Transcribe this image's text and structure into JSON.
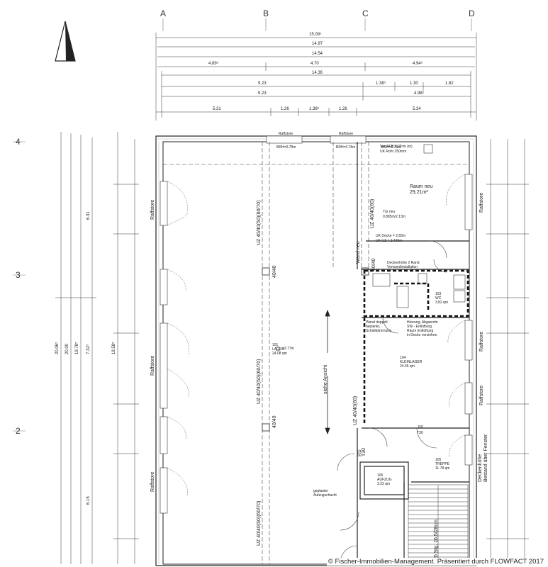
{
  "axes": {
    "columns": [
      "A",
      "B",
      "C",
      "D"
    ],
    "rows": [
      "4",
      "3",
      "2"
    ]
  },
  "top_dims": {
    "row1": "15.09⁵",
    "row2": "14.97",
    "row3": "14.54",
    "row4": [
      "4.89⁵",
      "4.70",
      "4.94⁵"
    ],
    "row5": "14.36",
    "row6": [
      "9.23",
      "1.38⁵",
      "1.30",
      "1.82"
    ],
    "row7": [
      "9.23",
      "4.98⁵"
    ],
    "row8": [
      "5.31",
      "1.26",
      "1.38⁵",
      "1.26",
      "5.34"
    ]
  },
  "left_dims": {
    "overall": [
      "20.06⁵",
      "20.00",
      "19.78⁵",
      "7.32⁵"
    ],
    "parts": [
      "6.31",
      "6.15"
    ],
    "inner": "19.58⁵"
  },
  "labels": {
    "raffstore": "Raffstore",
    "brh": "BRH=0.78m",
    "uz_top": "UZ 40/40(50)(60/70)",
    "uz_mid": "UZ 40/40(50)(60/70)",
    "uz_bottom": "UZ 40/40(50)(60/70)",
    "uz_right": "UZ 40/40(60)",
    "column_4040": "40/40",
    "ff_label": "Von FFB 2.29⁵m (m)",
    "uk_rohr": "UK Rohr 250mm",
    "tur_neu": "Tür neu",
    "tur_size": "0.885m/2.13m",
    "uk_decke": "UK Decke = 2.83m",
    "uk_uz": "UK UZ = 2.435m",
    "wand_neu": "Wand neu",
    "deckenhohe": "Deckenhohe 2 Rand",
    "vorwand": "Vorwandinstallation",
    "heizung": "Heizung, Abgasrohr",
    "sw_entl": "SW - Entlüftung",
    "raum_entl": "Raum Entlüftung",
    "in_decke": "in Decke verziehen",
    "wand_doppelt": "Wand doppelt",
    "beplankt": "beplankt,",
    "schall": "Schalldämmung",
    "siehe_ansicht": "siehe Ansicht",
    "geplanter": "geplanter",
    "aufzug": "Aufzugschacht",
    "treppe": "20 Stg. 16,5/28cm",
    "deckenhohe_right": "Deckenhöhe",
    "bestand": "Bestand über Fenster",
    "rs": "RS",
    "t30": "T30",
    "h377": "+3.77m"
  },
  "rooms": {
    "raum_neu": {
      "name": "Raum neu",
      "area": "29,21m²"
    },
    "lager": {
      "id": "101",
      "name": "LAGER",
      "area": "24.08 qm"
    },
    "wc": {
      "id": "103",
      "name": "WC",
      "area": "3.82 qm"
    },
    "kleinlager": {
      "id": "104",
      "name": "KLEINLAGER",
      "area": "24.55 qm"
    },
    "treppe": {
      "id": "105",
      "name": "TREPPE",
      "area": "11.78 qm"
    },
    "aufzug": {
      "id": "106",
      "name": "AUFZUG",
      "area": "3.22 qm"
    }
  },
  "copyright": "© Fischer-Immobilien-Management. Präsentiert durch FLOWFACT 2017"
}
